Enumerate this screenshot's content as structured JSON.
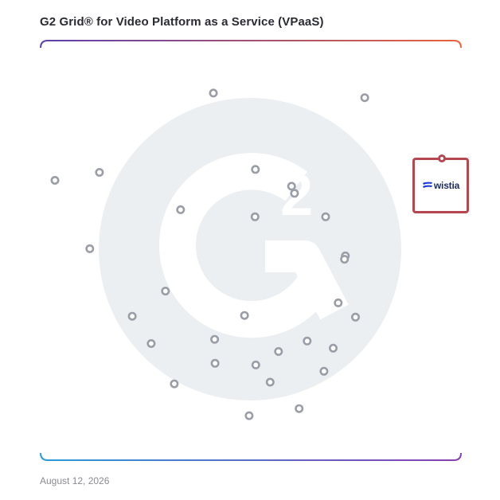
{
  "header": {
    "title": "G2 Grid® for Video Platform as a Service (VPaaS)"
  },
  "footer": {
    "date": "August 12, 2026"
  },
  "colors": {
    "frame_top_left": "#5b3fae",
    "frame_top_right": "#e9623a",
    "frame_bottom_left": "#2a9ad8",
    "frame_bottom_right": "#8a3fb0",
    "marker": "#9b9ea6",
    "highlight": "#b5474f",
    "watermark": "#eceff2"
  },
  "chart_data": {
    "type": "scatter",
    "title": "G2 Grid® for Video Platform as a Service (VPaaS)",
    "xlabel": "",
    "ylabel": "",
    "xlim": [
      0,
      100
    ],
    "ylim": [
      0,
      100
    ],
    "grid": false,
    "quadrant_dividers": {
      "x": 50,
      "y": 50
    },
    "points": [
      {
        "x": 41.1,
        "y": 87.5
      },
      {
        "x": 77.1,
        "y": 86.4
      },
      {
        "x": 14.0,
        "y": 68.6
      },
      {
        "x": 3.4,
        "y": 66.7
      },
      {
        "x": 51.1,
        "y": 69.3
      },
      {
        "x": 59.7,
        "y": 65.3
      },
      {
        "x": 60.4,
        "y": 63.6
      },
      {
        "x": 33.3,
        "y": 59.7
      },
      {
        "x": 51.0,
        "y": 58.0
      },
      {
        "x": 67.8,
        "y": 58.0
      },
      {
        "x": 11.7,
        "y": 50.4
      },
      {
        "x": 72.5,
        "y": 48.7
      },
      {
        "x": 72.3,
        "y": 47.9
      },
      {
        "x": 29.7,
        "y": 40.3
      },
      {
        "x": 70.8,
        "y": 37.5
      },
      {
        "x": 21.8,
        "y": 34.3
      },
      {
        "x": 48.5,
        "y": 34.5
      },
      {
        "x": 74.9,
        "y": 34.1
      },
      {
        "x": 26.3,
        "y": 27.8
      },
      {
        "x": 41.4,
        "y": 28.8
      },
      {
        "x": 63.4,
        "y": 28.4
      },
      {
        "x": 56.6,
        "y": 25.9
      },
      {
        "x": 69.6,
        "y": 26.7
      },
      {
        "x": 41.5,
        "y": 23.1
      },
      {
        "x": 51.2,
        "y": 22.7
      },
      {
        "x": 67.4,
        "y": 21.2
      },
      {
        "x": 31.8,
        "y": 18.2
      },
      {
        "x": 54.6,
        "y": 18.6
      },
      {
        "x": 61.5,
        "y": 12.3
      },
      {
        "x": 49.6,
        "y": 10.6
      }
    ],
    "highlighted": {
      "name": "wistia",
      "x": 95.1,
      "y": 71.0
    }
  }
}
